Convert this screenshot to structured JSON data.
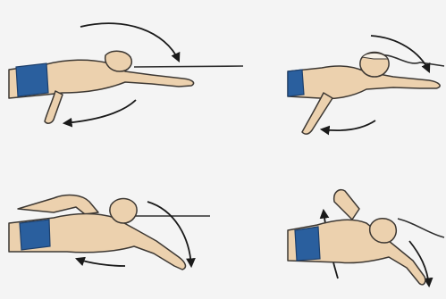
{
  "figure": {
    "background_color": "#f4f4f4",
    "panel_count": 4,
    "panels": [
      {
        "name": "freestyle-phase-1-panel"
      },
      {
        "name": "freestyle-phase-2-panel"
      },
      {
        "name": "freestyle-phase-3-panel"
      },
      {
        "name": "freestyle-phase-4-panel"
      }
    ],
    "colors": {
      "skin": "#ecd1ae",
      "skin_outline": "#3d3833",
      "swim_trunks": "#2a5f9e",
      "water_line": "#2e2e2e",
      "arrow": "#1a1a1a"
    }
  }
}
